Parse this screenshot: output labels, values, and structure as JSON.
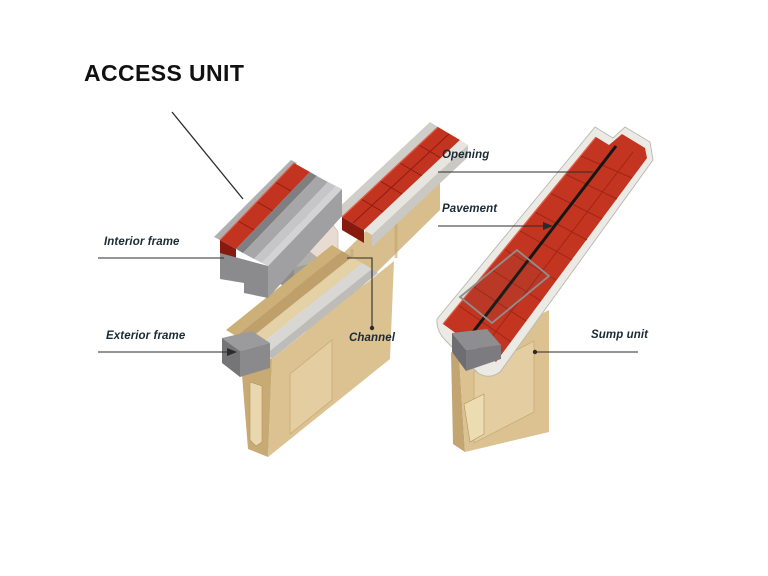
{
  "title": "ACCESS UNIT",
  "left_diagram": {
    "name": "exploded-access-unit-view",
    "labels": {
      "interior_frame": "Interior frame",
      "exterior_frame": "Exterior frame",
      "channel": "Channel"
    }
  },
  "right_diagram": {
    "name": "assembled-channel-with-sump-view",
    "labels": {
      "opening": "Opening",
      "pavement": "Pavement",
      "sump_unit": "Sump unit"
    }
  },
  "palette": {
    "paver_red": "#c33520",
    "paver_red_dark": "#8e1c10",
    "paver_highlight": "#e0604a",
    "concrete_beige": "#dcc291",
    "concrete_beige_dark": "#c3a571",
    "steel_gray": "#9b9a9c",
    "steel_gray_dark": "#757477",
    "ivory_edge": "#eceae5",
    "opening_black": "#161616",
    "label_ink": "#1b2a35",
    "line_ink": "#2b2b2b",
    "title_ink": "#111111"
  }
}
